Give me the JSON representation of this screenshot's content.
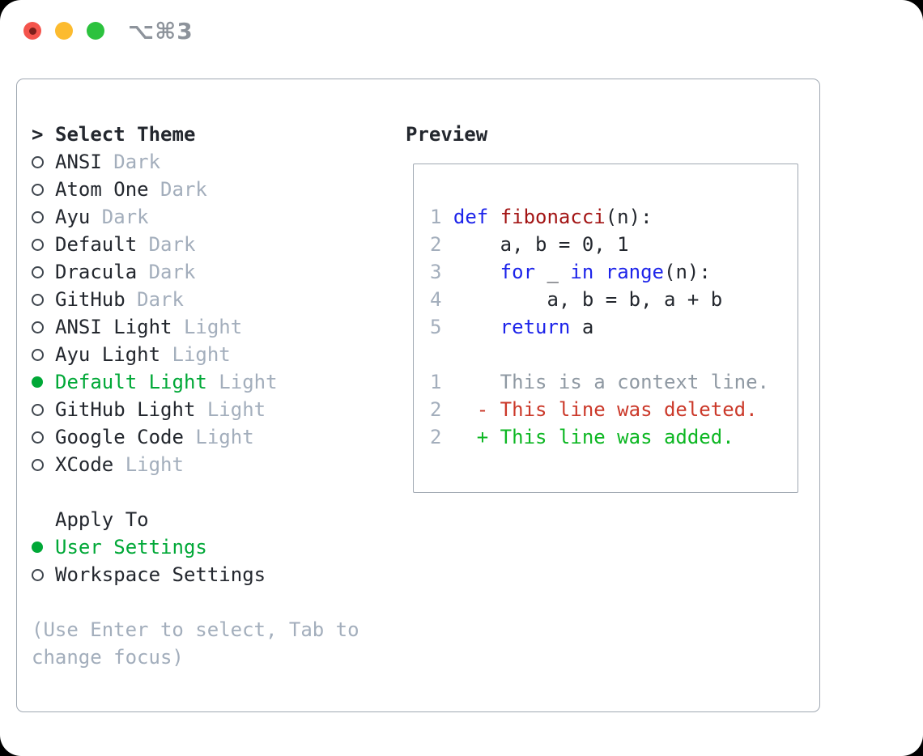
{
  "window": {
    "shortcut": "⌥⌘3"
  },
  "theme_panel": {
    "title_marker": ">",
    "title": "Select Theme",
    "themes": [
      {
        "name": "ANSI",
        "variant": "Dark",
        "selected": false
      },
      {
        "name": "Atom One",
        "variant": "Dark",
        "selected": false
      },
      {
        "name": "Ayu",
        "variant": "Dark",
        "selected": false
      },
      {
        "name": "Default",
        "variant": "Dark",
        "selected": false
      },
      {
        "name": "Dracula",
        "variant": "Dark",
        "selected": false
      },
      {
        "name": "GitHub",
        "variant": "Dark",
        "selected": false
      },
      {
        "name": "ANSI Light",
        "variant": "Light",
        "selected": false
      },
      {
        "name": "Ayu Light",
        "variant": "Light",
        "selected": false
      },
      {
        "name": "Default Light",
        "variant": "Light",
        "selected": true
      },
      {
        "name": "GitHub Light",
        "variant": "Light",
        "selected": false
      },
      {
        "name": "Google Code",
        "variant": "Light",
        "selected": false
      },
      {
        "name": "XCode",
        "variant": "Light",
        "selected": false
      }
    ],
    "apply_to": {
      "title": "Apply To",
      "options": [
        {
          "label": "User Settings",
          "selected": true
        },
        {
          "label": "Workspace Settings",
          "selected": false
        }
      ]
    },
    "help_lines": [
      "(Use Enter to select, Tab to",
      "change focus)"
    ]
  },
  "preview": {
    "title": "Preview",
    "code_lines": [
      {
        "number": "1",
        "tokens": [
          {
            "t": "def",
            "c": "keyword"
          },
          {
            "t": " ",
            "c": "plain"
          },
          {
            "t": "fibonacci",
            "c": "function"
          },
          {
            "t": "(n):",
            "c": "plain"
          }
        ]
      },
      {
        "number": "2",
        "tokens": [
          {
            "t": "    a, b = 0, 1",
            "c": "plain"
          }
        ]
      },
      {
        "number": "3",
        "tokens": [
          {
            "t": "    ",
            "c": "plain"
          },
          {
            "t": "for",
            "c": "keyword"
          },
          {
            "t": " _ ",
            "c": "plain"
          },
          {
            "t": "in",
            "c": "keyword"
          },
          {
            "t": " ",
            "c": "plain"
          },
          {
            "t": "range",
            "c": "keyword"
          },
          {
            "t": "(n):",
            "c": "plain"
          }
        ]
      },
      {
        "number": "4",
        "tokens": [
          {
            "t": "        a, b = b, a + b",
            "c": "plain"
          }
        ]
      },
      {
        "number": "5",
        "tokens": [
          {
            "t": "    ",
            "c": "plain"
          },
          {
            "t": "return",
            "c": "keyword"
          },
          {
            "t": " a",
            "c": "plain"
          }
        ]
      }
    ],
    "diff_lines": [
      {
        "number": "1",
        "text": "    This is a context line.",
        "kind": "context"
      },
      {
        "number": "2",
        "text": "  - This line was deleted.",
        "kind": "deleted"
      },
      {
        "number": "2",
        "text": "  + This line was added.",
        "kind": "added"
      }
    ]
  },
  "colors": {
    "text": "#23272e",
    "muted": "#a3aebc",
    "context-gray": "#8f99a3",
    "accent-green": "#00a837",
    "added-green": "#0db723",
    "deleted-red": "#cb392a",
    "keyword-blue": "#1d24ea",
    "function-red": "#a31515",
    "border": "#a0a8b2",
    "titlebar-gray": "#8d939b",
    "radio-outline": "#40474f",
    "light-red": "#f4544c",
    "light-red-dot": "#7d1f1a",
    "light-yellow": "#fcbb2f",
    "light-green": "#2cc23e"
  }
}
